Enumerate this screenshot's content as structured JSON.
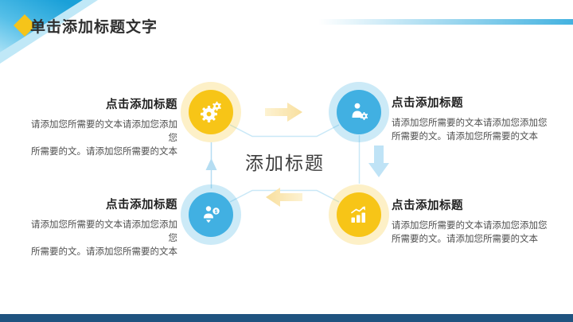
{
  "slide": {
    "header": {
      "title": "单击添加标题文字"
    },
    "center_label": "添加标题",
    "items": [
      {
        "position": "top-left",
        "icon": "gear-icon",
        "accent": "#f7c517",
        "title": "点击添加标题",
        "body_line1": "请添加您所需要的文本请添加您添加您",
        "body_line2": "所需要的文。请添加您所需要的文本"
      },
      {
        "position": "top-right",
        "icon": "person-gear-icon",
        "accent": "#41b0e2",
        "title": "点击添加标题",
        "body_line1": "请添加您所需要的文本请添加您添加您",
        "body_line2": "所需要的文。请添加您所需要的文本"
      },
      {
        "position": "bottom-left",
        "icon": "person-coin-icon",
        "accent": "#41b0e2",
        "title": "点击添加标题",
        "body_line1": "请添加您所需要的文本请添加您添加您",
        "body_line2": "所需要的文。请添加您所需要的文本",
        "coin_symbol": "$"
      },
      {
        "position": "bottom-right",
        "icon": "bar-chart-icon",
        "accent": "#f7c517",
        "title": "点击添加标题",
        "body_line1": "请添加您所需要的文本请添加您添加您",
        "body_line2": "所需要的文。请添加您所需要的文本"
      }
    ],
    "colors": {
      "accent_yellow": "#f7c517",
      "accent_blue": "#41b0e2",
      "halo_yellow": "rgba(246,196,32,0.25)",
      "halo_blue": "rgba(65,176,226,0.27)",
      "connector_blue": "#c9e8f7",
      "arrow_cream": "#f9e3a8",
      "arrow_light_blue": "#bfe3f6",
      "header_band_blue": "#43b2e0",
      "diamond_yellow": "#f5c41a",
      "deco_blue_dark": "#1aa0d8",
      "deco_blue_light": "#9edbf3",
      "footer_bar_blue": "#1f5380",
      "title_text": "#2e2e2e",
      "body_text": "#4f4f4f"
    }
  }
}
